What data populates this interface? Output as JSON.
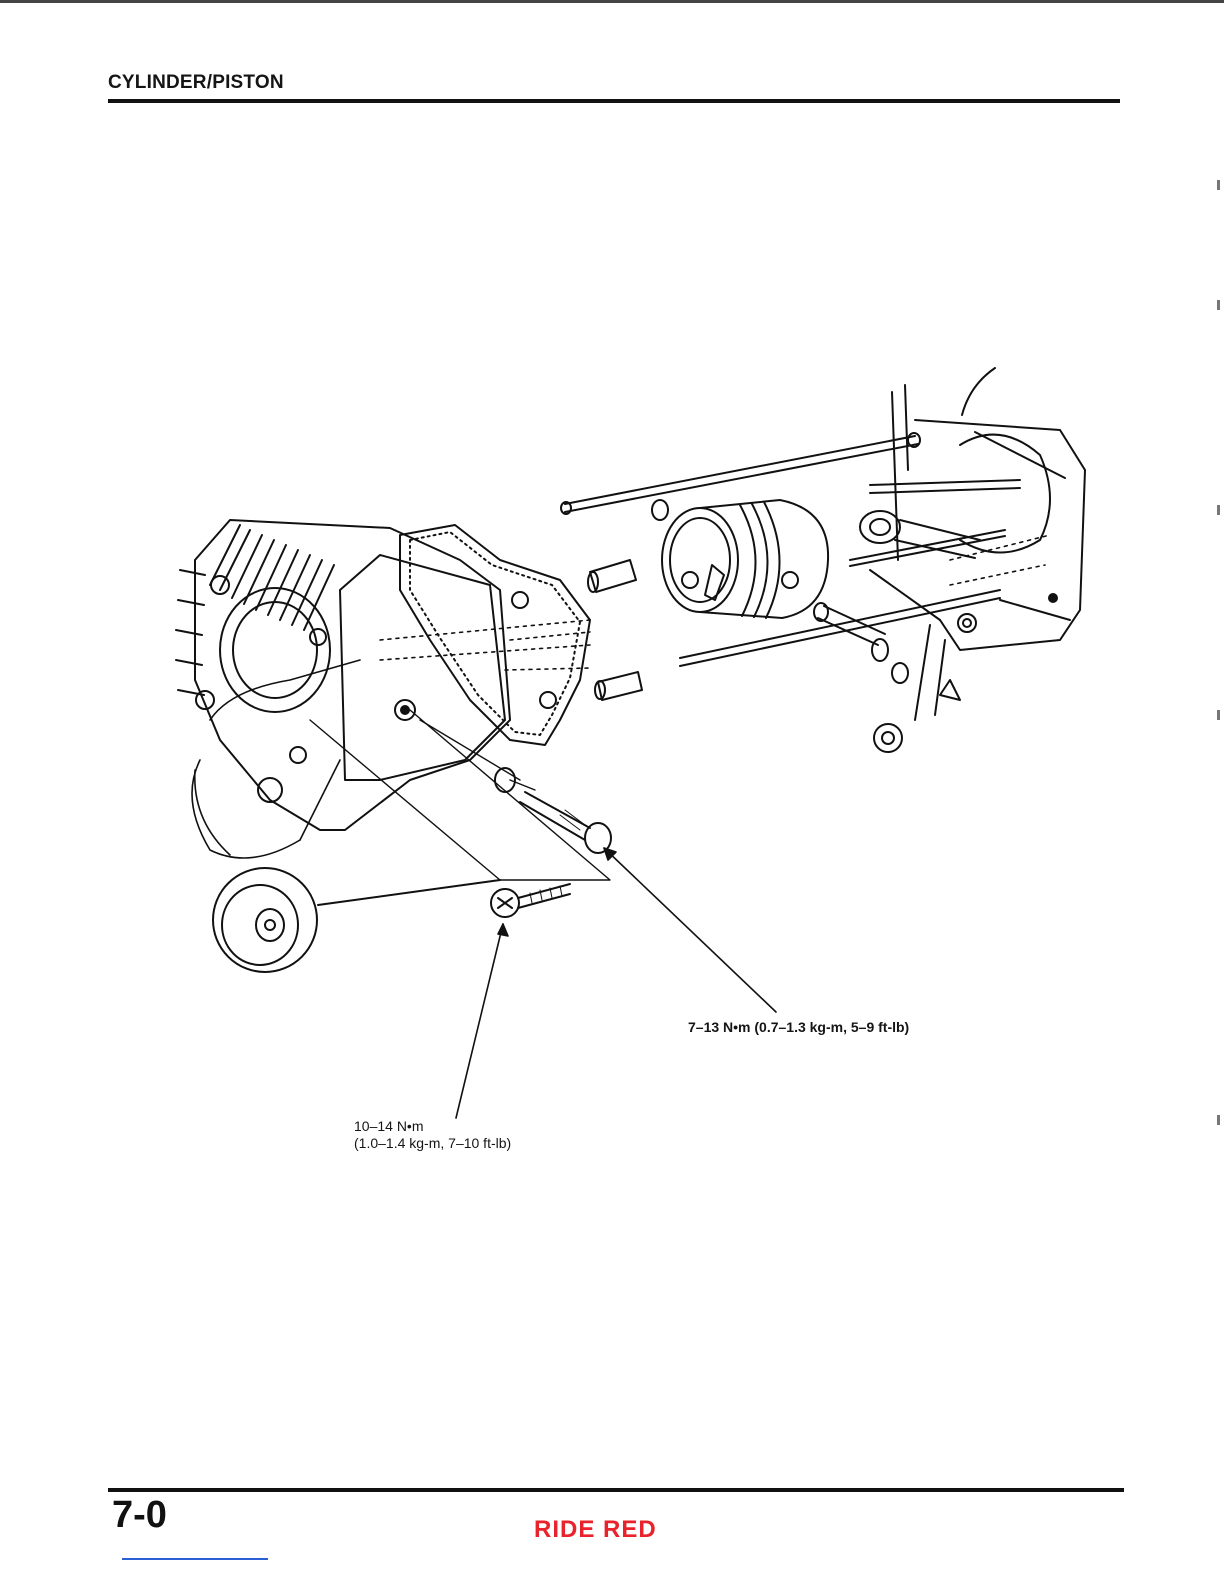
{
  "header": {
    "title": "CYLINDER/PISTON"
  },
  "callouts": {
    "exhaust_stud_torque": "7–13 N•m (0.7–1.3 kg-m, 5–9 ft-lb)",
    "bolt_torque_line1": "10–14 N•m",
    "bolt_torque_line2": "(1.0–1.4 kg-m, 7–10 ft-lb)"
  },
  "footer": {
    "page_number": "7-0",
    "brand": "RIDE RED"
  },
  "colors": {
    "brand": "#e8232b",
    "ink": "#111111",
    "link": "#2b5fd6"
  }
}
